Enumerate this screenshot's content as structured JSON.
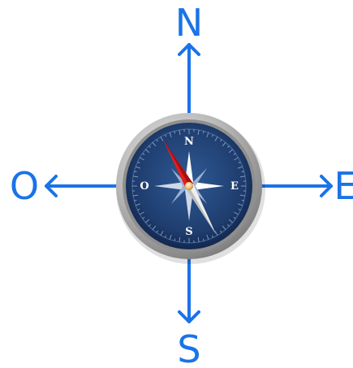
{
  "directions": {
    "north": "N",
    "south": "S",
    "east": "E",
    "west": "O"
  },
  "dial": {
    "north": "N",
    "south": "S",
    "east": "E",
    "west": "O"
  },
  "colors": {
    "arrow": "#1a73e8",
    "dial_face": "#1f3d6e",
    "dial_face_dark": "#0d2042",
    "bezel": "#a9a9a9",
    "needle_north": "#e0201f",
    "needle_south": "#e9e9e9",
    "pivot": "#f2c26c"
  },
  "icons": {
    "compass": "compass-icon"
  }
}
